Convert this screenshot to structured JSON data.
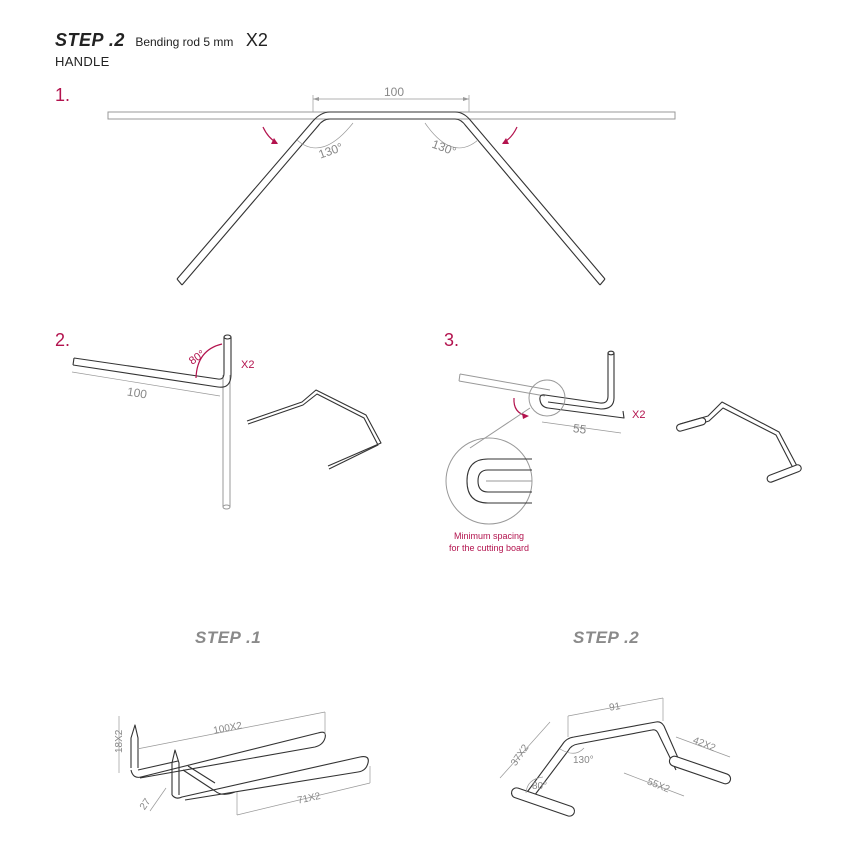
{
  "header": {
    "step": "STEP .2",
    "description": "Bending rod 5 mm",
    "quantity": "X2",
    "subtitle": "HANDLE"
  },
  "panels": {
    "p1": {
      "number": "1.",
      "dim_length": "100",
      "angle_left": "130°",
      "angle_right": "130°"
    },
    "p2": {
      "number": "2.",
      "dim_length": "100",
      "angle": "80°",
      "quantity": "X2"
    },
    "p3": {
      "number": "3.",
      "dim_length": "55",
      "quantity": "X2",
      "caption_line1": "Minimum spacing",
      "caption_line2": "for the cutting board"
    }
  },
  "bottom": {
    "step1": {
      "label": "STEP .1",
      "dim_a": "18X2",
      "dim_b": "100X2",
      "dim_c": "27",
      "dim_d": "71X2"
    },
    "step2": {
      "label": "STEP .2",
      "dim_a": "91",
      "dim_b": "37X2",
      "dim_c": "42X2",
      "dim_d": "55X2",
      "angle_a": "130°",
      "angle_b": "80°"
    }
  },
  "colors": {
    "accent": "#b3134e",
    "line": "#333333",
    "dimension": "#999999",
    "step_label": "#8a8a8a"
  }
}
